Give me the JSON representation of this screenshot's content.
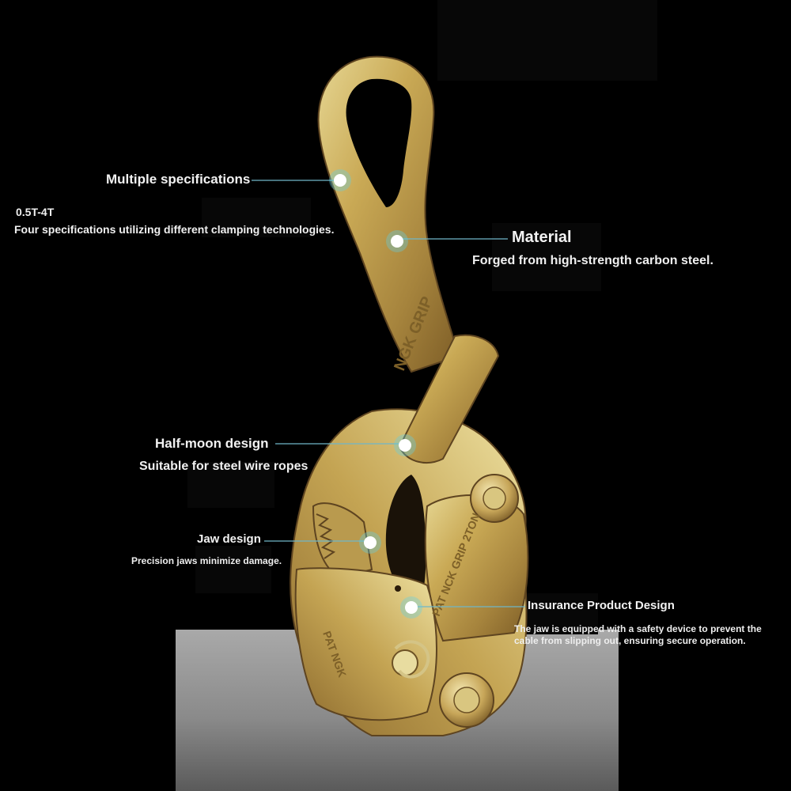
{
  "callouts": {
    "specs": {
      "title": "Multiple specifications",
      "range": "0.5T-4T",
      "description": "Four specifications utilizing different clamping technologies."
    },
    "material": {
      "title": "Material",
      "description": "Forged from high-strength carbon steel."
    },
    "half_moon": {
      "title": "Half-moon design",
      "description": "Suitable for steel wire ropes"
    },
    "jaw": {
      "title": "Jaw design",
      "description": "Precision jaws minimize damage."
    },
    "insurance": {
      "title": "Insurance Product Design",
      "description": "The jaw is equipped with a safety device to prevent the cable from slipping out, ensuring secure operation."
    }
  },
  "product_markings": {
    "handle": "NGK GRIP",
    "plate": "PAT NCK GRIP 2TON",
    "body": "PAT NGK"
  },
  "colors": {
    "background": "#000000",
    "metal_light": "#d8c47a",
    "metal_dark": "#8a6a2e",
    "callout_dot": "#5fd0e8",
    "callout_line": "#6fb6c8"
  }
}
